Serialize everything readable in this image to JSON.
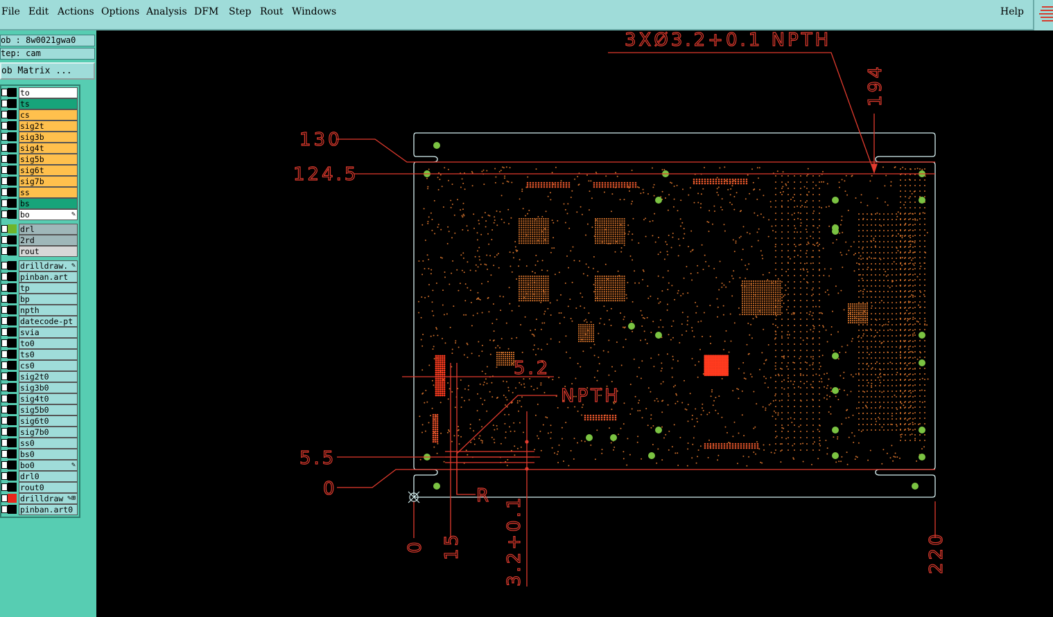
{
  "menu": {
    "file": "File",
    "edit": "Edit",
    "actions": "Actions",
    "options": "Options",
    "analysis": "Analysis",
    "dfm": "DFM",
    "step": "Step",
    "rout": "Rout",
    "windows": "Windows",
    "help": "Help"
  },
  "info": {
    "job": "ob : 8w0021gwa0",
    "step": "tep: cam",
    "job_matrix": "ob Matrix ..."
  },
  "layers": [
    {
      "name": "to",
      "color": "#ffffff",
      "flag": ""
    },
    {
      "name": "ts",
      "color": "#17a47a",
      "flag": ""
    },
    {
      "name": "cs",
      "color": "#ffc04d",
      "flag": ""
    },
    {
      "name": "sig2t",
      "color": "#ffc04d",
      "flag": ""
    },
    {
      "name": "sig3b",
      "color": "#ffc04d",
      "flag": ""
    },
    {
      "name": "sig4t",
      "color": "#ffc04d",
      "flag": ""
    },
    {
      "name": "sig5b",
      "color": "#ffc04d",
      "flag": ""
    },
    {
      "name": "sig6t",
      "color": "#ffc04d",
      "flag": ""
    },
    {
      "name": "sig7b",
      "color": "#ffc04d",
      "flag": ""
    },
    {
      "name": "ss",
      "color": "#ffc04d",
      "flag": ""
    },
    {
      "name": "bs",
      "color": "#17a47a",
      "flag": ""
    },
    {
      "name": "bo",
      "color": "#ffffff",
      "flag": "✎"
    },
    {
      "name": "drl",
      "color": "#9fb7b9",
      "flag": ""
    },
    {
      "name": "2rd",
      "color": "#9fb7b9",
      "flag": ""
    },
    {
      "name": "rout",
      "color": "#d7d7d7",
      "flag": ""
    },
    {
      "name": "drilldraw.",
      "color": "#9fdcd9",
      "flag": "✎"
    },
    {
      "name": "pinban.art",
      "color": "#9fdcd9",
      "flag": ""
    },
    {
      "name": "tp",
      "color": "#9fdcd9",
      "flag": ""
    },
    {
      "name": "bp",
      "color": "#9fdcd9",
      "flag": ""
    },
    {
      "name": "npth",
      "color": "#9fdcd9",
      "flag": ""
    },
    {
      "name": "datecode-pt",
      "color": "#9fdcd9",
      "flag": ""
    },
    {
      "name": "svia",
      "color": "#9fdcd9",
      "flag": ""
    },
    {
      "name": "to0",
      "color": "#9fdcd9",
      "flag": ""
    },
    {
      "name": "ts0",
      "color": "#9fdcd9",
      "flag": ""
    },
    {
      "name": "cs0",
      "color": "#9fdcd9",
      "flag": ""
    },
    {
      "name": "sig2t0",
      "color": "#9fdcd9",
      "flag": ""
    },
    {
      "name": "sig3b0",
      "color": "#9fdcd9",
      "flag": ""
    },
    {
      "name": "sig4t0",
      "color": "#9fdcd9",
      "flag": ""
    },
    {
      "name": "sig5b0",
      "color": "#9fdcd9",
      "flag": ""
    },
    {
      "name": "sig6t0",
      "color": "#9fdcd9",
      "flag": ""
    },
    {
      "name": "sig7b0",
      "color": "#9fdcd9",
      "flag": ""
    },
    {
      "name": "ss0",
      "color": "#9fdcd9",
      "flag": ""
    },
    {
      "name": "bs0",
      "color": "#9fdcd9",
      "flag": ""
    },
    {
      "name": "bo0",
      "color": "#9fdcd9",
      "flag": "✎"
    },
    {
      "name": "drl0",
      "color": "#9fdcd9",
      "flag": ""
    },
    {
      "name": "rout0",
      "color": "#9fdcd9",
      "flag": ""
    },
    {
      "name": "drilldraw",
      "color": "#9fdcd9",
      "flag": "✎⊞"
    },
    {
      "name": "pinban.art0",
      "color": "#9fdcd9",
      "flag": ""
    }
  ],
  "drawing": {
    "dims": {
      "top_note": "3XØ3.2+0.1 NPTH",
      "d130": "130",
      "d124": "124.5",
      "d55": "5.5",
      "d0y": "0",
      "d194": "194",
      "d0x": "0",
      "d15": "15",
      "d32": "3.2+0.1",
      "d220": "220",
      "d52": "5.2",
      "npth": "NPTH",
      "r": "R"
    },
    "colors": {
      "dim": "#e23b2e",
      "outline": "#d7f1f2",
      "pad": "#d0702b",
      "fid": "#7bc342"
    }
  }
}
